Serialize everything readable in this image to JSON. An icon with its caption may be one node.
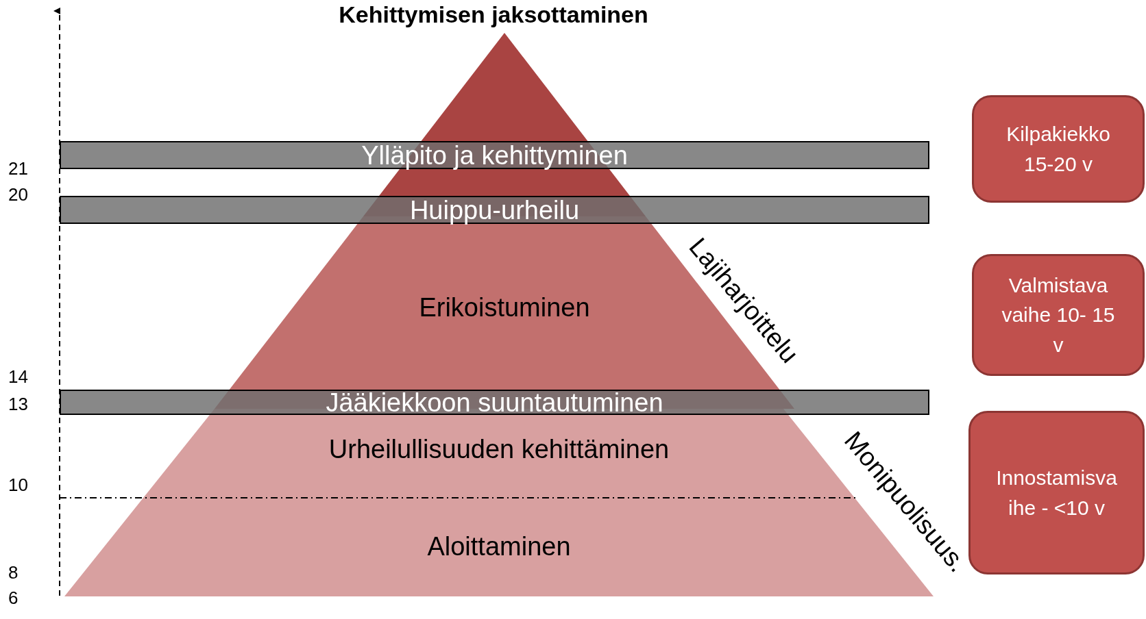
{
  "diagram": {
    "title": "Kehittymisen jaksottaminen",
    "nodes": [
      {
        "text": [],
        "shape": "triangle"
      },
      {
        "text": [
          "Ylläpito ja kehittyminen"
        ]
      },
      {
        "text": [
          "Huippu-urheilu"
        ]
      },
      {
        "text": [
          "Erikoistuminen"
        ]
      },
      {
        "text": [
          "Jääkiekkoon suuntautuminen"
        ]
      },
      {
        "text": [
          "Urheilullisuuden kehittäminen",
          "Aloittaminen"
        ]
      },
      {
        "text": [
          "Kilpakiekko 15-20 v"
        ]
      },
      {
        "text": [
          "Valmistava vaihe 10- 15 v"
        ]
      },
      {
        "text": [
          "Innostamisva ihe - <10 v"
        ]
      }
    ],
    "edges": [],
    "labels": [
      "21",
      "20",
      "14",
      "13",
      "10",
      "8",
      "6",
      "Lajiharjoittelu",
      "Monipuolisuus."
    ]
  }
}
